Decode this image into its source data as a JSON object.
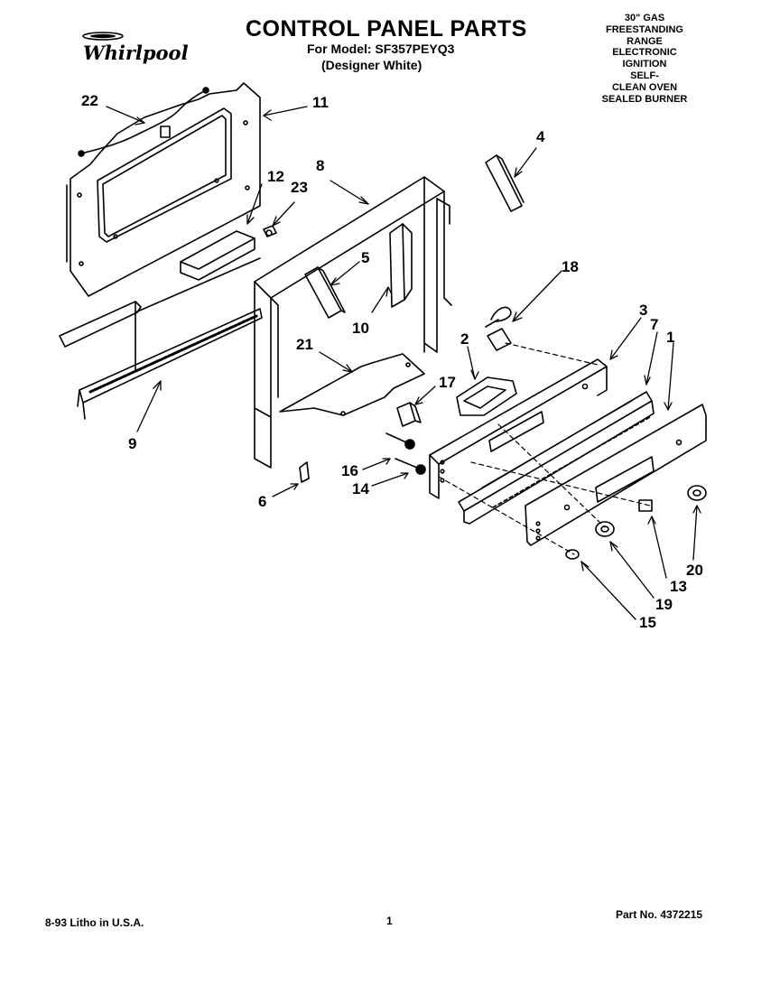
{
  "header": {
    "brand": "Whirlpool",
    "title": "CONTROL PANEL PARTS",
    "model_line": "For Model: SF357PEYQ3",
    "color_line": "(Designer White)"
  },
  "spec_block": [
    "30\" GAS",
    "FREESTANDING",
    "RANGE",
    "ELECTRONIC",
    "IGNITION",
    "SELF-",
    "CLEAN OVEN",
    "SEALED BURNER"
  ],
  "callouts": [
    "1",
    "2",
    "3",
    "4",
    "5",
    "6",
    "7",
    "8",
    "9",
    "10",
    "11",
    "12",
    "13",
    "14",
    "15",
    "16",
    "17",
    "18",
    "19",
    "20",
    "21",
    "22",
    "23"
  ],
  "footer": {
    "litho": "8-93 Litho in U.S.A.",
    "page": "1",
    "part_no": "Part No. 4372215"
  }
}
